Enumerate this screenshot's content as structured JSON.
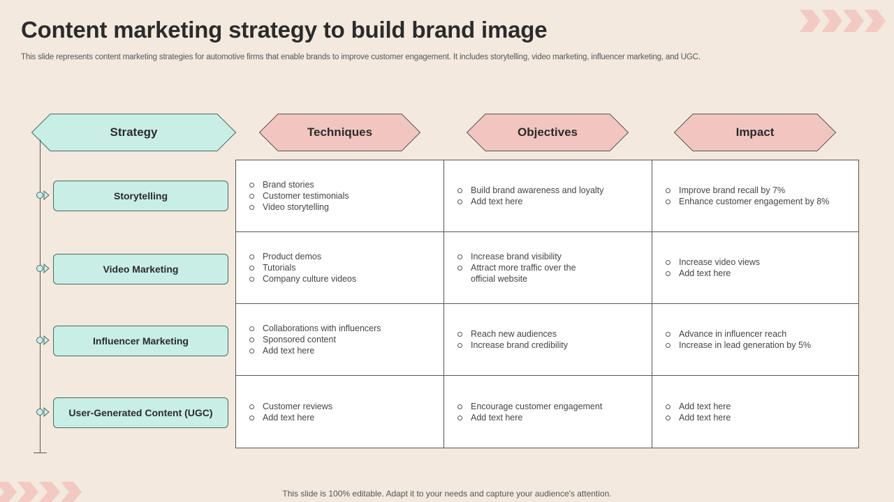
{
  "slide": {
    "title": "Content marketing strategy to build brand image",
    "subtitle": "This slide represents content marketing strategies for automotive firms that enable brands to improve customer engagement. It includes storytelling, video marketing, influencer marketing, and UGC.",
    "footer": "This slide is 100% editable. Adapt it to your needs and capture your audience's attention."
  },
  "colors": {
    "background": "#f3e9de",
    "teal": "#c8eee6",
    "pink": "#f2c6c0",
    "chevron": "#f3c9c4"
  },
  "headers": {
    "strategy": "Strategy",
    "techniques": "Techniques",
    "objectives": "Objectives",
    "impact": "Impact"
  },
  "rows": [
    {
      "strategy": "Storytelling",
      "techniques": [
        "Brand stories",
        "Customer testimonials",
        "Video storytelling"
      ],
      "objectives": [
        "Build brand awareness and loyalty",
        "Add text here"
      ],
      "impact": [
        "Improve brand recall by 7%",
        "Enhance customer engagement by 8%"
      ]
    },
    {
      "strategy": "Video Marketing",
      "techniques": [
        "Product demos",
        "Tutorials",
        "Company culture videos"
      ],
      "objectives": [
        "Increase brand visibility",
        "Attract more traffic over the official website"
      ],
      "impact": [
        "Increase video views",
        "Add text here"
      ]
    },
    {
      "strategy": "Influencer Marketing",
      "techniques": [
        "Collaborations with influencers",
        "Sponsored content",
        "Add text here"
      ],
      "objectives": [
        "Reach new audiences",
        "Increase brand credibility"
      ],
      "impact": [
        "Advance in influencer reach",
        "Increase in lead generation by 5%"
      ]
    },
    {
      "strategy": "User-Generated Content (UGC)",
      "techniques": [
        "Customer reviews",
        "Add text here"
      ],
      "objectives": [
        "Encourage customer engagement",
        "Add text here"
      ],
      "impact": [
        "Add text here",
        "Add text here"
      ]
    }
  ]
}
